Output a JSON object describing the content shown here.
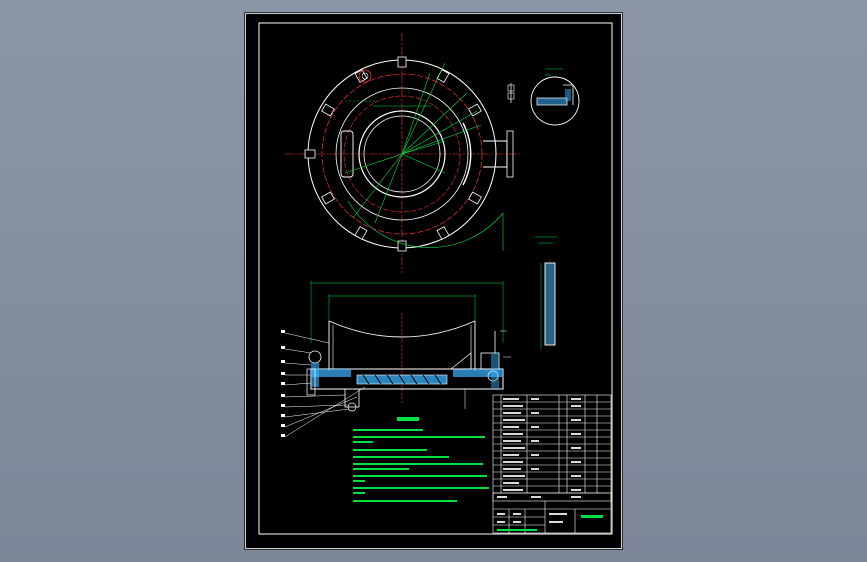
{
  "view": {
    "background": "#8a94a4",
    "sheet_background": "#000000"
  },
  "colors": {
    "frame": "#ffffff",
    "part": "#ffffff",
    "center": "#ff3030",
    "dim": "#00e040",
    "hatch": "#3ab4ff",
    "note": "#00ff66",
    "table": "#ffffff"
  },
  "views": {
    "top_view": {
      "name": "top-view"
    },
    "section_view": {
      "name": "section-view"
    },
    "detail_view": {
      "name": "detail-view"
    },
    "part_view": {
      "name": "part-view"
    }
  },
  "icons": {
    "center_mark": "cross-icon"
  }
}
